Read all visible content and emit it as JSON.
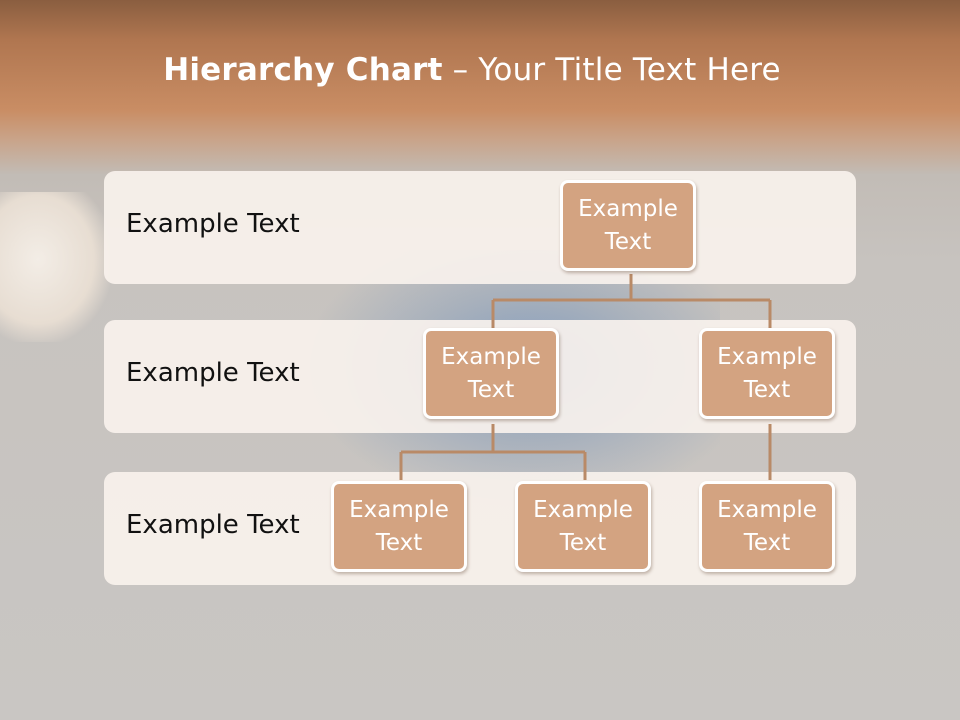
{
  "title": {
    "bold_part": "Hierarchy Chart",
    "rest": " – Your Title Text Here"
  },
  "levels": [
    {
      "label": "Example Text"
    },
    {
      "label": "Example Text"
    },
    {
      "label": "Example Text"
    }
  ],
  "nodes": {
    "root": "Example Text",
    "level2_left": "Example Text",
    "level2_right": "Example Text",
    "level3_a": "Example Text",
    "level3_b": "Example Text",
    "level3_c": "Example Text"
  },
  "colors": {
    "node_fill": "#d3a381",
    "connector": "#b98a67",
    "band_fill": "#faf3ed"
  }
}
